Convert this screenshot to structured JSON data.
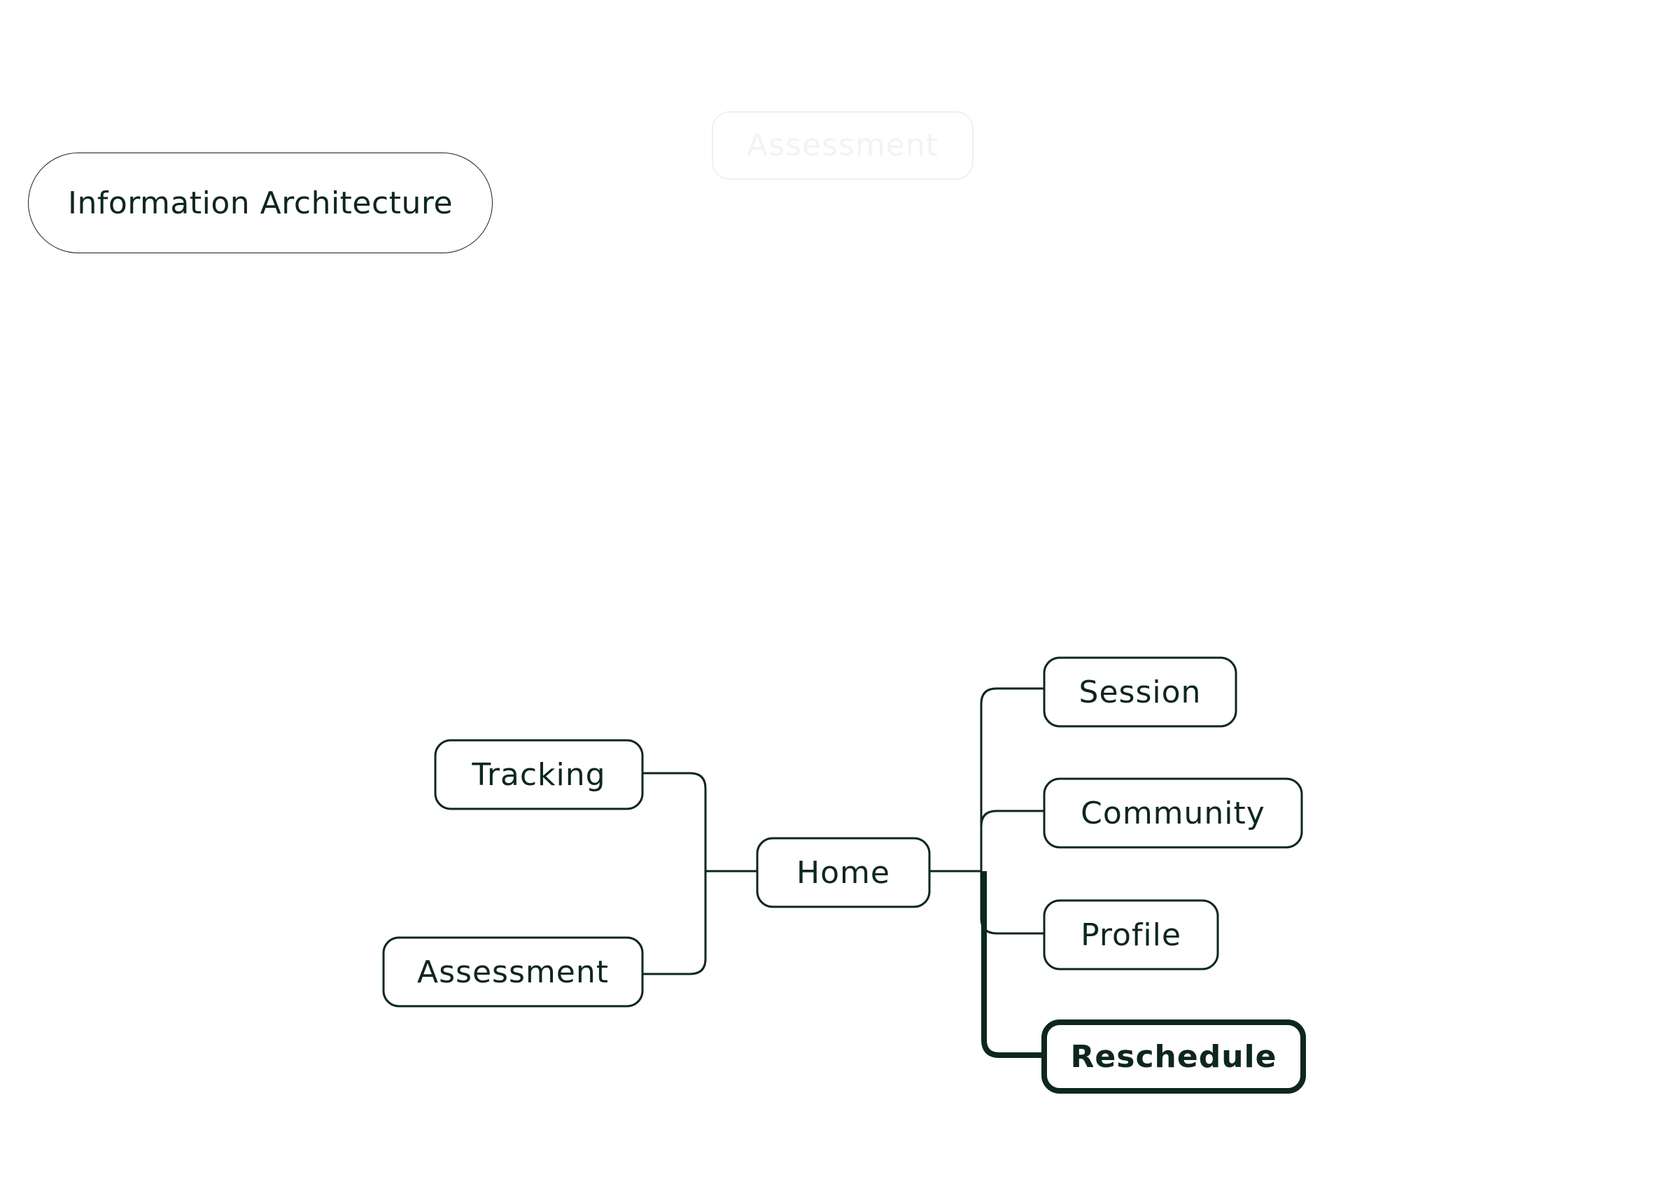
{
  "title": "Information Architecture",
  "nodes": {
    "ghost": "Assessment",
    "home": "Home",
    "tracking": "Tracking",
    "assessment": "Assessment",
    "session": "Session",
    "community": "Community",
    "profile": "Profile",
    "reschedule": "Reschedule"
  },
  "selected_node": "Reschedule",
  "colors": {
    "ink": "#0d2620",
    "ghost": "#eef1f0",
    "background": "#ffffff"
  }
}
